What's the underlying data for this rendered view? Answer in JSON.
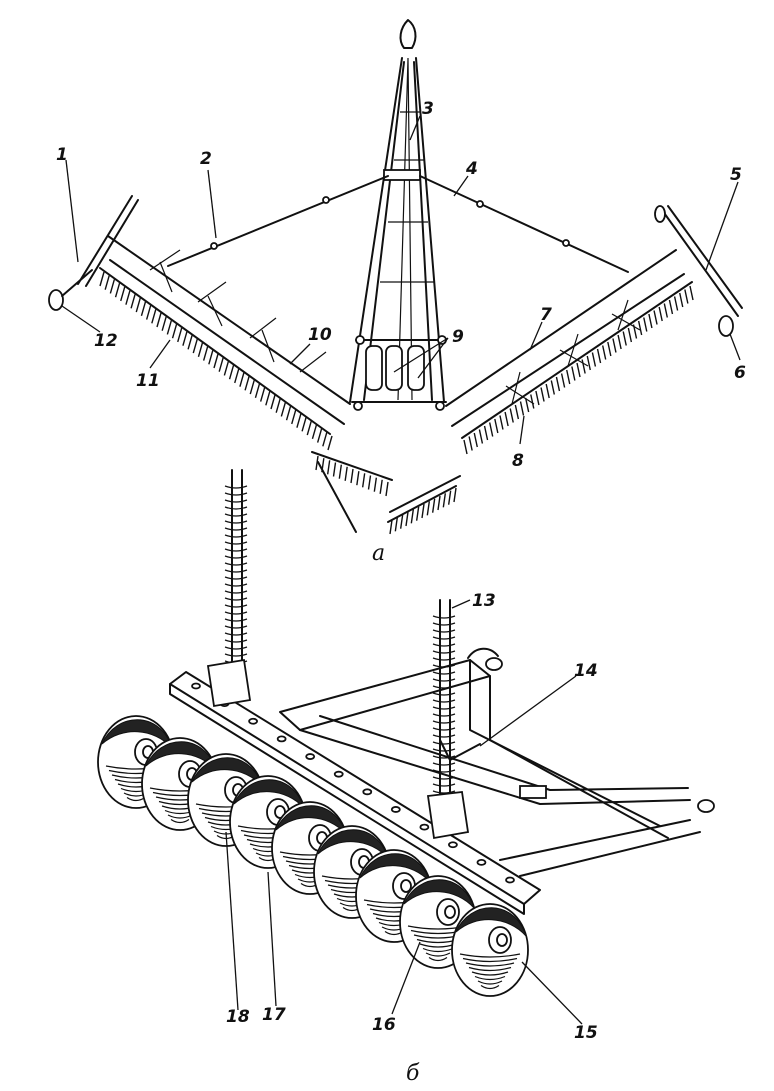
{
  "figure": {
    "subfigure_a": {
      "caption": "a"
    },
    "subfigure_b": {
      "caption": "б"
    }
  },
  "callouts": [
    {
      "id": "1",
      "text": "1"
    },
    {
      "id": "2",
      "text": "2"
    },
    {
      "id": "3",
      "text": "3"
    },
    {
      "id": "4",
      "text": "4"
    },
    {
      "id": "5",
      "text": "5"
    },
    {
      "id": "6",
      "text": "6"
    },
    {
      "id": "7",
      "text": "7"
    },
    {
      "id": "8",
      "text": "8"
    },
    {
      "id": "9",
      "text": "9"
    },
    {
      "id": "10",
      "text": "10"
    },
    {
      "id": "11",
      "text": "11"
    },
    {
      "id": "12",
      "text": "12"
    },
    {
      "id": "13",
      "text": "13"
    },
    {
      "id": "14",
      "text": "14"
    },
    {
      "id": "15",
      "text": "15"
    },
    {
      "id": "16",
      "text": "16"
    },
    {
      "id": "17",
      "text": "17"
    },
    {
      "id": "18",
      "text": "18"
    }
  ]
}
